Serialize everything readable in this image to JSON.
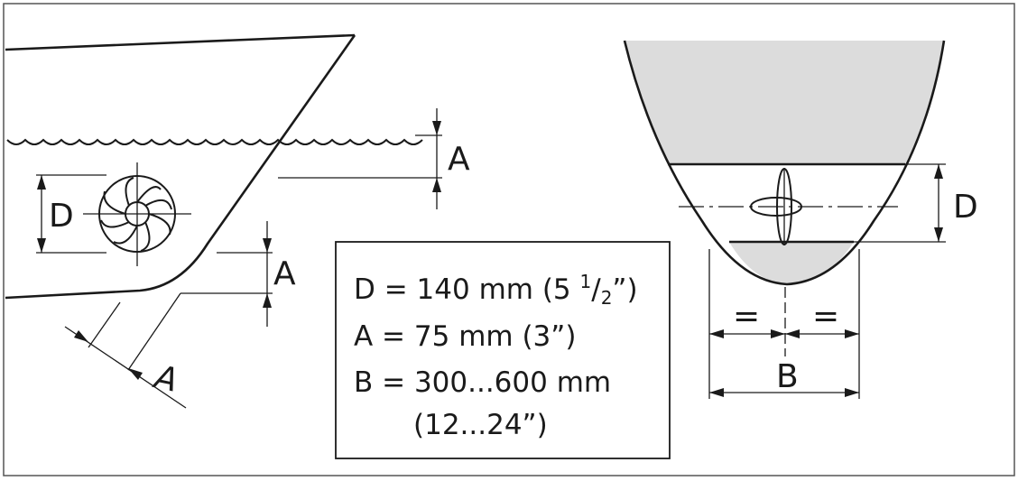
{
  "labels": {
    "d_side": "D",
    "a_top": "A",
    "a_bottom": "A",
    "a_angled": "A",
    "d_front": "D",
    "b_front": "B",
    "equal_left": "=",
    "equal_right": "="
  },
  "specs": {
    "d_line_main": "D = 140 mm (5 ",
    "d_line_sup": "1",
    "d_line_slash": "/",
    "d_line_sub": "2",
    "d_line_tail": "”)",
    "a_line": "A =  75 mm (3”)",
    "b_line": "B = 300...600 mm",
    "b_line2": "(12...24”)"
  },
  "colors": {
    "hull_fill": "#dcdcdc",
    "line": "#1a1a1a",
    "frame": "#555555"
  }
}
